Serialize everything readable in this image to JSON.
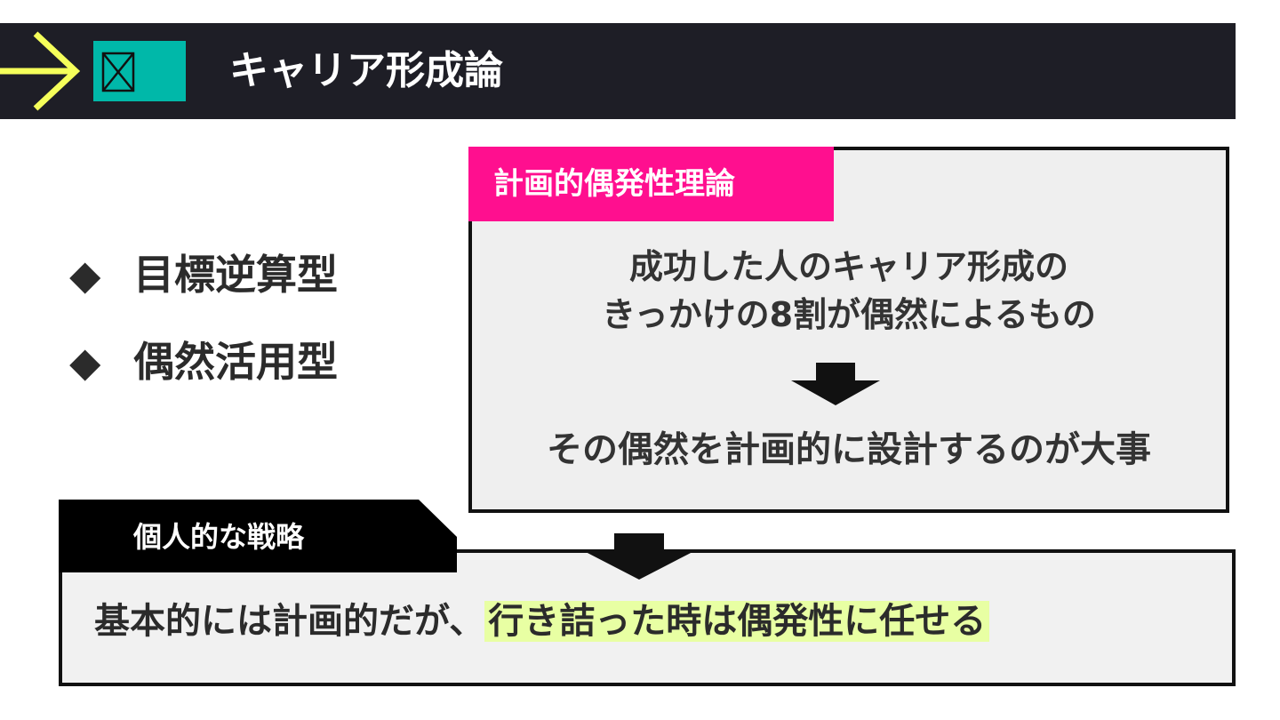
{
  "header": {
    "title": "キャリア形成論",
    "box_glyph": "☒",
    "colors": {
      "bar": "#1e1e26",
      "arrow": "#f5ff5a",
      "box": "#00b8a9"
    }
  },
  "bullets": [
    {
      "marker": "◆",
      "text": "目標逆算型"
    },
    {
      "marker": "◆",
      "text": "偶然活用型"
    }
  ],
  "theory": {
    "label": "計画的偶発性理論",
    "line1": "成功した人のキャリア形成の",
    "line2": "きっかけの8割が偶然によるもの",
    "conclusion": "その偶然を計画的に設計するのが大事",
    "colors": {
      "label_bg": "#ff0f8f",
      "box_bg": "#efefef"
    }
  },
  "strategy": {
    "label": "個人的な戦略",
    "text_plain": "基本的には計画的だが、",
    "text_highlight": "行き詰った時は偶発性に任せる",
    "colors": {
      "highlight": "#e8ffa3"
    }
  }
}
